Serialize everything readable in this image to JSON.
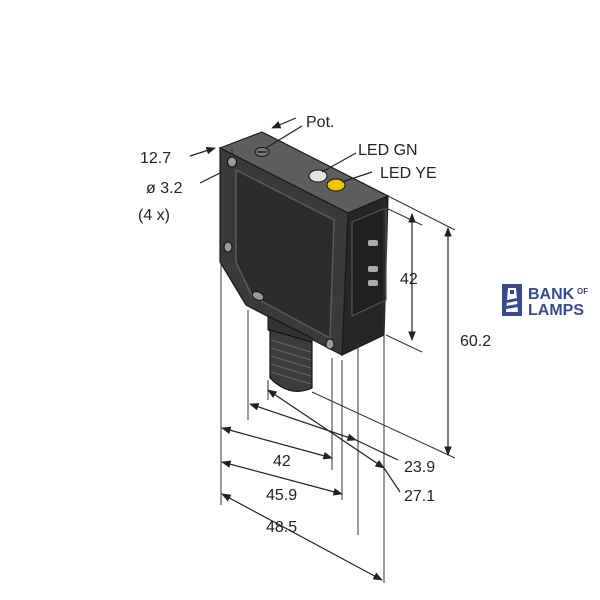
{
  "labels": {
    "pot": "Pot.",
    "led_gn": "LED GN",
    "led_ye": "LED YE",
    "hole_width": "12.7",
    "hole_diameter": "ø 3.2",
    "hole_count": "(4 x)"
  },
  "dimensions": {
    "height_body": "42",
    "height_total": "60.2",
    "width_42": "42",
    "width_45_9": "45.9",
    "width_48_5": "48.5",
    "depth_23_9": "23.9",
    "depth_27_1": "27.1"
  },
  "logo": {
    "line1": "BANK",
    "line1_small": "OF",
    "line2": "LAMPS"
  },
  "colors": {
    "body_front": "#3a3a3a",
    "body_top": "#5e5e5e",
    "body_side": "#262626",
    "led_gn": "#e4e4dc",
    "led_ye": "#f2c400",
    "logo": "#3b4a8c"
  }
}
